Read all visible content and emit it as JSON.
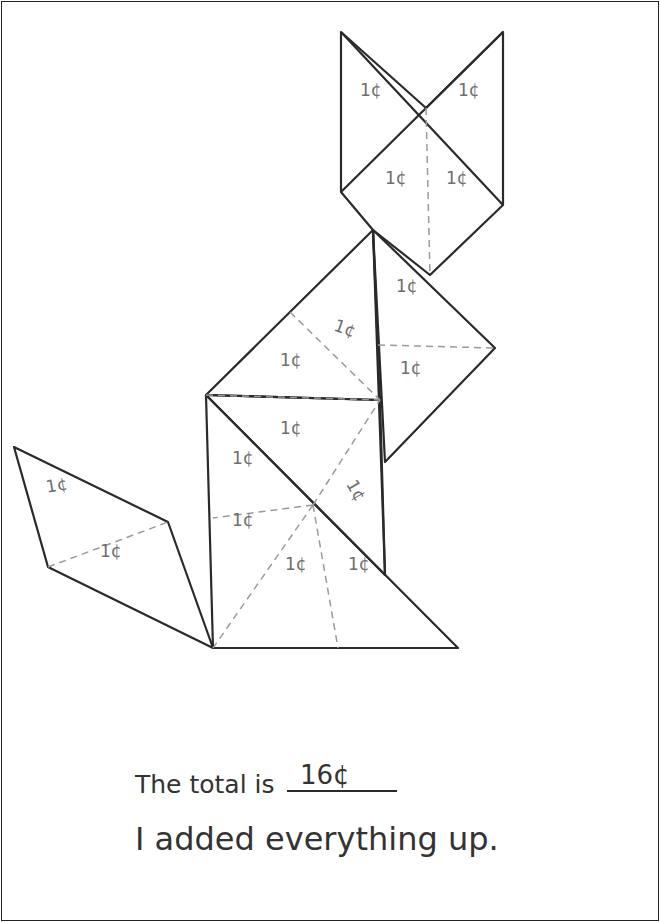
{
  "diagram": {
    "labels": [
      "1¢",
      "1¢",
      "1¢",
      "1¢",
      "1¢",
      "1¢",
      "1¢",
      "1¢",
      "1¢",
      "1¢",
      "1¢",
      "1¢",
      "1¢",
      "1¢",
      "1¢",
      "1¢",
      "The total is",
      "16¢",
      "I added everything up."
    ]
  }
}
